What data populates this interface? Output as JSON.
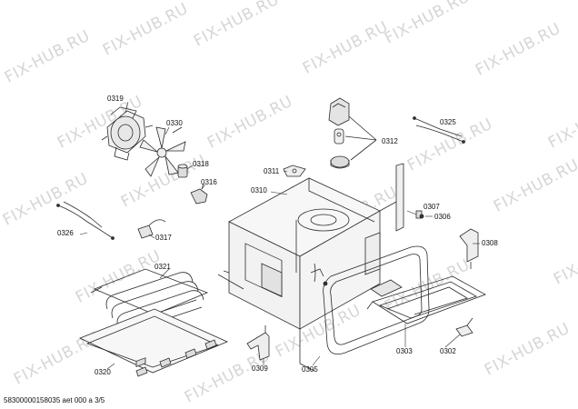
{
  "watermark": "FIX-HUB.RU",
  "labels": {
    "p0319": "0319",
    "p0330": "0330",
    "p0318": "0318",
    "p0316": "0316",
    "p0311": "0311",
    "p0310": "0310",
    "p0312": "0312",
    "p0325": "0325",
    "p0326": "0326",
    "p0317": "0317",
    "p0307": "0307",
    "p0306": "0306",
    "p0308": "0308",
    "p0321": "0321",
    "p0320": "0320",
    "p0309": "0309",
    "p0305": "0305",
    "p0303": "0303",
    "p0302": "0302"
  },
  "footer": "58300000158035 aet 000 a 3/5"
}
